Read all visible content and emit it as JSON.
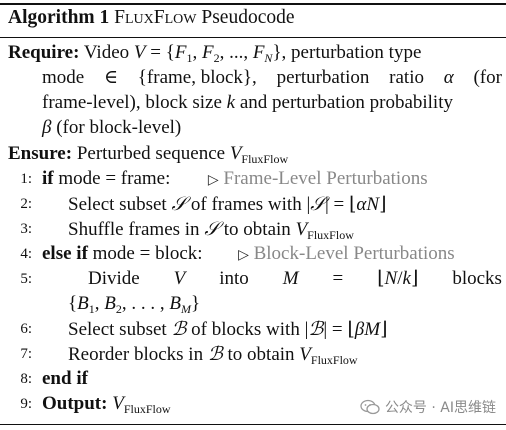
{
  "title": {
    "label": "Algorithm 1",
    "name": "FluxFlow",
    "suffix": "Pseudocode"
  },
  "require": {
    "keyword": "Require:",
    "line1": "Video V = {F₁, F₂, ..., F_N}, perturbation type",
    "line2": "mode ∈ {frame, block}, perturbation ratio α (for",
    "line3": "frame-level), block size k and perturbation probability",
    "line4": "β (for block-level)"
  },
  "ensure": {
    "keyword": "Ensure:",
    "text": "Perturbed sequence V_FluxFlow"
  },
  "steps": [
    {
      "n": "1:",
      "text": "if mode = frame:",
      "comment": "Frame-Level Perturbations"
    },
    {
      "n": "2:",
      "text": "Select subset S of frames with |S| = ⌊αN⌋"
    },
    {
      "n": "3:",
      "text": "Shuffle frames in S to obtain V_FluxFlow"
    },
    {
      "n": "4:",
      "text": "else if mode = block:",
      "comment": "Block-Level Perturbations"
    },
    {
      "n": "5:",
      "text": "Divide V into M = ⌊N/k⌋ blocks {B₁, B₂, ..., B_M}"
    },
    {
      "n": "6:",
      "text": "Select subset B of blocks with |B| = ⌊βM⌋"
    },
    {
      "n": "7:",
      "text": "Reorder blocks in B to obtain V_FluxFlow"
    },
    {
      "n": "8:",
      "text": "end if"
    },
    {
      "n": "9:",
      "text": "Output: V_FluxFlow"
    }
  ],
  "watermark": "公众号 · AI思维链"
}
